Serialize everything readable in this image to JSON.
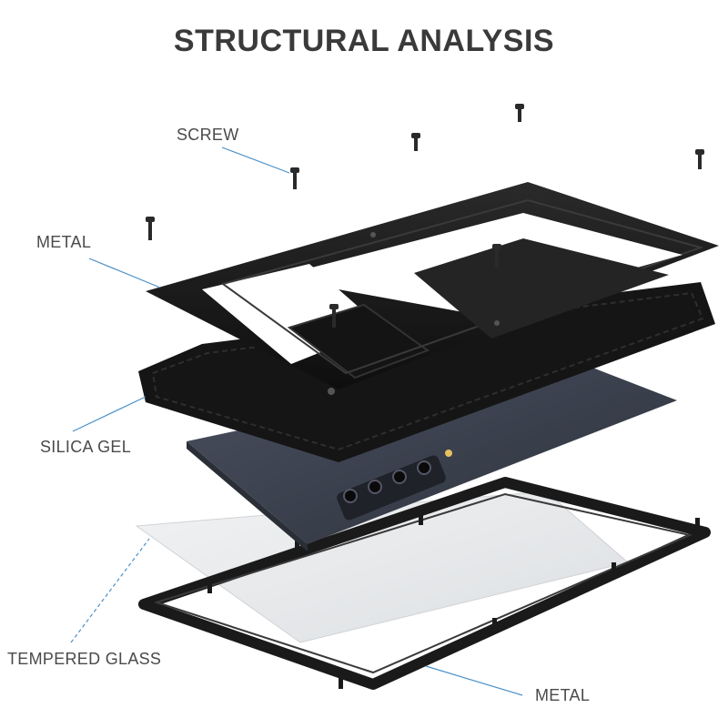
{
  "title": "STRUCTURAL ANALYSIS",
  "labels": {
    "screw": "SCREW",
    "metal_top": "METAL",
    "silica_gel": "SILICA GEL",
    "tempered_glass": "TEMPERED GLASS",
    "metal_bottom": "METAL"
  },
  "colors": {
    "leader_line": "#4a90c8",
    "metal_frame": "#1c1c1c",
    "phone_body": "#3d4350",
    "glass": "#e6e8ea",
    "title_text": "#3a3a3a"
  }
}
